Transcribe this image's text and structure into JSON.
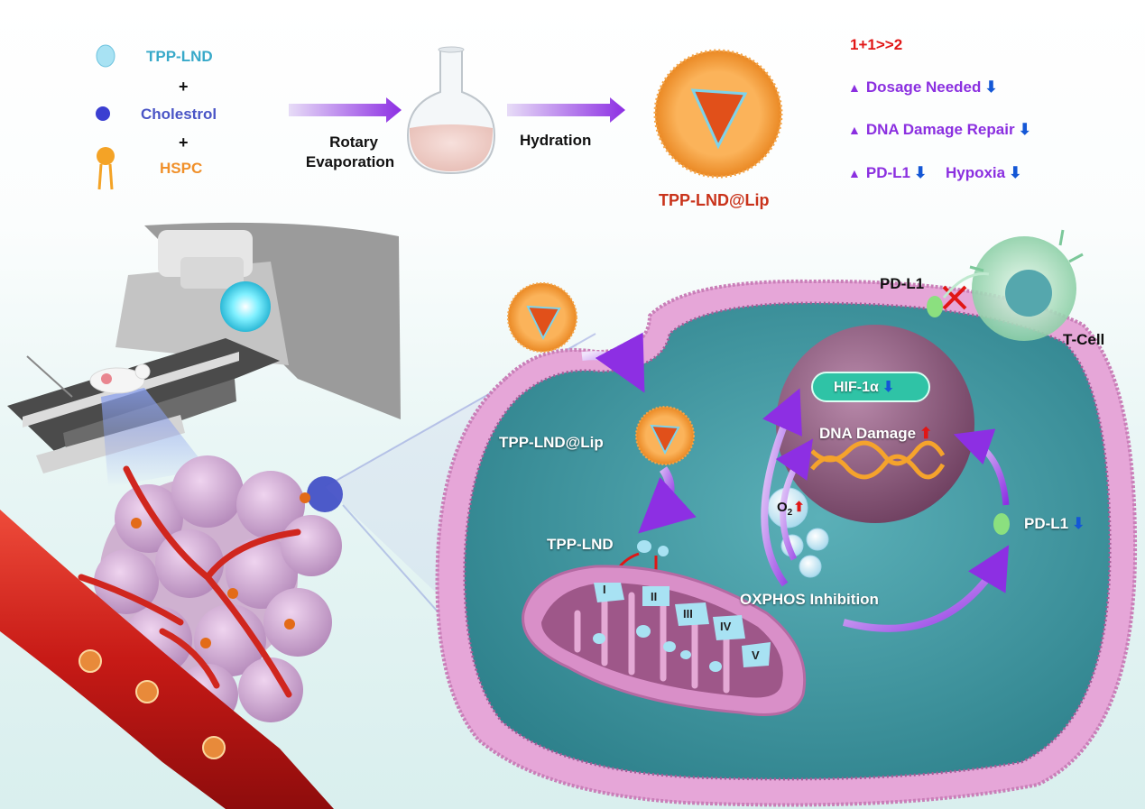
{
  "ingredients": {
    "tpp_lnd": "TPP-LND",
    "plus1": "+",
    "cholestrol": "Cholestrol",
    "plus2": "+",
    "hspc": "HSPC"
  },
  "steps": {
    "rotary_line1": "Rotary",
    "rotary_line2": "Evaporation",
    "hydration": "Hydration",
    "product": "TPP-LND@Lip"
  },
  "benefits": {
    "synergy": "1+1>>2",
    "items": [
      {
        "label": "Dosage Needed",
        "arrow": "⬇"
      },
      {
        "label": "DNA Damage Repair",
        "arrow": "⬇"
      },
      {
        "label": "PD-L1",
        "arrow": "⬇"
      }
    ],
    "hypoxia": "Hypoxia",
    "hypoxia_arrow": "⬇"
  },
  "cell": {
    "pdl1_top": "PD-L1",
    "tcell": "T-Cell",
    "lip_inside": "TPP-LND@Lip",
    "tpp_lnd": "TPP-LND",
    "hif": "HIF-1α",
    "hif_arrow": "⬇",
    "dna_damage": "DNA Damage",
    "dna_arrow": "⬆",
    "o2": "O",
    "o2_sub": "2",
    "o2_arrow": "⬆",
    "pdl1_right": "PD-L1",
    "pdl1_right_arrow": "⬇",
    "oxphos": "OXPHOS Inhibition",
    "complexes": [
      "I",
      "II",
      "III",
      "IV",
      "V"
    ]
  },
  "colors": {
    "purple_accent": "#8b2fe0",
    "down_arrow": "#1457d6",
    "up_arrow": "#e11616",
    "membrane": "#e6a6d8",
    "liposome": "#f08a1e"
  }
}
